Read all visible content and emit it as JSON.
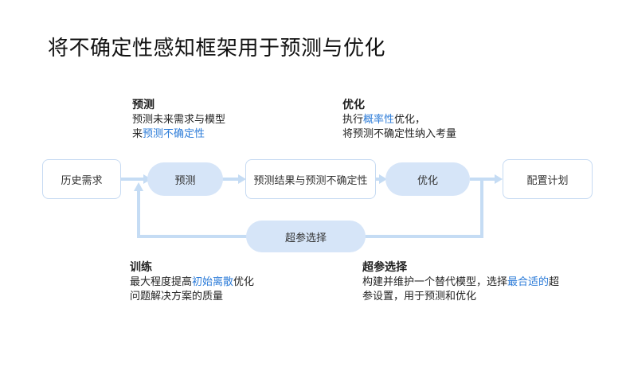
{
  "title": "将不确定性感知框架用于预测与优化",
  "notes": {
    "predict": {
      "head": "预测",
      "line1": "预测未来需求与模型",
      "line2_a": "来",
      "line2_hl": "预测不确定性"
    },
    "optimize": {
      "head": "优化",
      "line1_a": "执行",
      "line1_hl": "概率性",
      "line1_b": "优化，",
      "line2": "将预测不确定性纳入考量"
    },
    "train": {
      "head": "训练",
      "line1_a": "最大程度提高",
      "line1_hl": "初始离散",
      "line1_b": "优化",
      "line2": "问题解决方案的质量"
    },
    "hyper": {
      "head": "超参选择",
      "line1_a": "构建并维护一个替代模型，选择",
      "line1_hl": "最合适的",
      "line1_b": "超",
      "line2": "参设置，用于预测和优化"
    }
  },
  "flow": {
    "history": "历史需求",
    "predict": "预测",
    "result": "预测结果与预测不确定性",
    "optimize": "优化",
    "plan": "配置计划",
    "hyper": "超参选择"
  },
  "colors": {
    "accent": "#2b7bd8",
    "pill_fill": "#d6e5f8",
    "box_border": "#c6daf2",
    "arrow": "#c5dcf4"
  }
}
